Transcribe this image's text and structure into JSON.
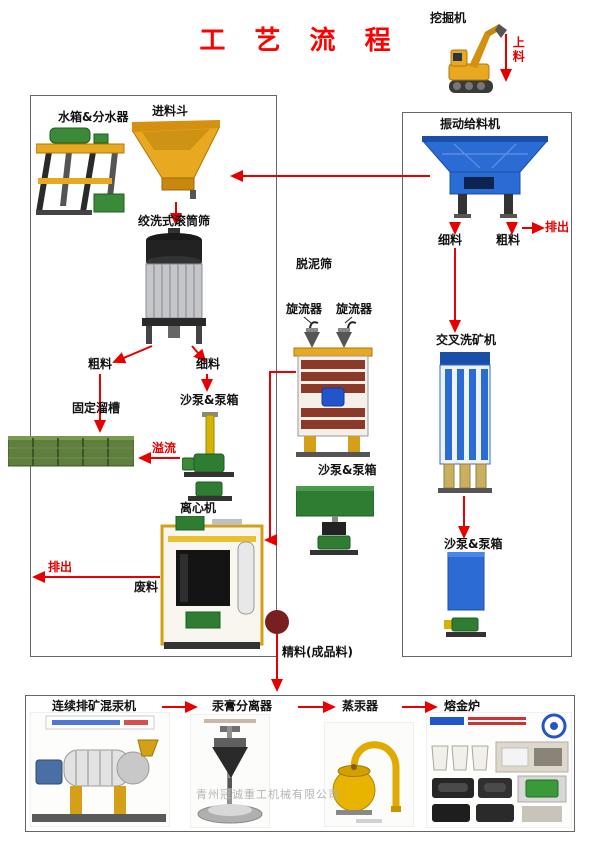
{
  "title": "工 艺 流 程",
  "labels": {
    "excavator": "挖掘机",
    "feeding": "上料",
    "water_tank": "水箱&分水器",
    "hopper": "进料斗",
    "drum_screen": "绞洗式滚筒筛",
    "coarse_left": "粗料",
    "fine_left": "细料",
    "fixed_chute": "固定溜槽",
    "sand_pump_left": "沙泵&泵箱",
    "overflow": "溢流",
    "centrifuge": "离心机",
    "discharge_left": "排出",
    "waste": "废料",
    "desliming_screen": "脱泥筛",
    "cyclone_left": "旋流器",
    "cyclone_right": "旋流器",
    "sand_pump_mid": "沙泵&泵箱",
    "vibrating_feeder": "振动给料机",
    "fine_right": "细料",
    "coarse_right": "粗料",
    "discharge_right": "排出",
    "cross_washer": "交叉洗矿机",
    "sand_pump_right": "沙泵&泵箱",
    "concentrate": "精料(成品料)",
    "mixer": "连续排矿混汞机",
    "separator": "汞膏分离器",
    "distiller": "蒸汞器",
    "furnace": "熔金炉",
    "company": "青州冠诚重工机械有限公司"
  },
  "colors": {
    "accent_red": "#e60000",
    "machine_blue": "#2b6cd4",
    "machine_yellow": "#e8a820",
    "machine_green": "#2e7d32",
    "concentrate_circle": "#7a1f1f"
  }
}
